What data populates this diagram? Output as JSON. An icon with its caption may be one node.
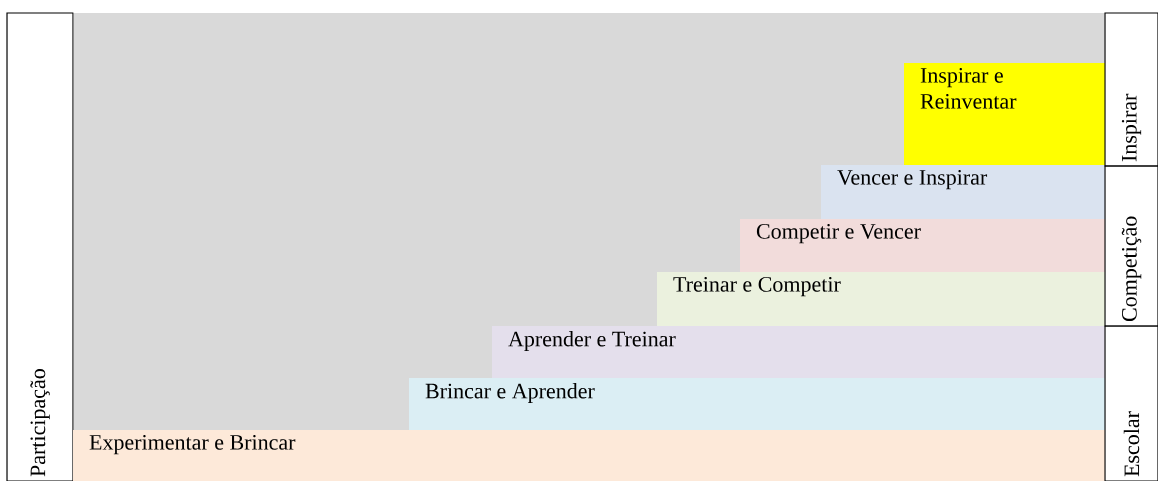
{
  "diagram": {
    "nodes": [
      {
        "text": [
          "Participação"
        ]
      },
      {
        "text": [
          "Inspirar e Reinventar"
        ]
      },
      {
        "text": [
          "Vencer e Inspirar"
        ]
      },
      {
        "text": [
          "Competir e Vencer"
        ]
      },
      {
        "text": [
          "Treinar e Competir"
        ]
      },
      {
        "text": [
          "Aprender e Treinar"
        ]
      },
      {
        "text": [
          "Brincar e Aprender"
        ]
      },
      {
        "text": [
          "Experimentar e Brincar"
        ]
      },
      {
        "text": [
          "Inspirar"
        ]
      },
      {
        "text": [
          "Competição"
        ]
      },
      {
        "text": [
          "Escolar"
        ]
      }
    ]
  }
}
